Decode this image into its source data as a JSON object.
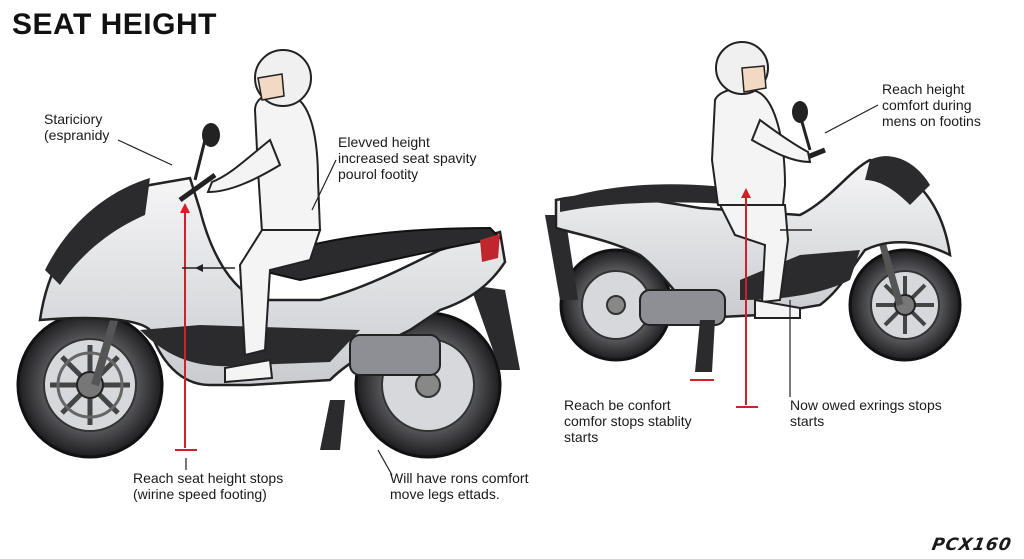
{
  "title": "SEAT HEIGHT",
  "brand": "PCX160",
  "labels": {
    "left_top": [
      "Stariciory",
      "(espranidy"
    ],
    "left_mid": [
      "Elevved height",
      "increased seat spavity",
      "pourol footity"
    ],
    "left_bottom_a": [
      "Reach seat height stops",
      "(wirine speed footing)"
    ],
    "left_bottom_b": [
      "Will have rons comfort",
      "move legs ettads."
    ],
    "right_top": [
      "Reach height",
      "comfort during",
      "mens on footins"
    ],
    "right_bottom_a": [
      "Reach be confort",
      "comfor stops stablity",
      "starts"
    ],
    "right_bottom_b": [
      "Now owed exrings stops",
      "starts"
    ]
  },
  "colors": {
    "body": "#e9eaec",
    "dark": "#2b2b2e",
    "measure": "#d21f2a",
    "rider": "#f4f4f4",
    "line": "#222222"
  }
}
